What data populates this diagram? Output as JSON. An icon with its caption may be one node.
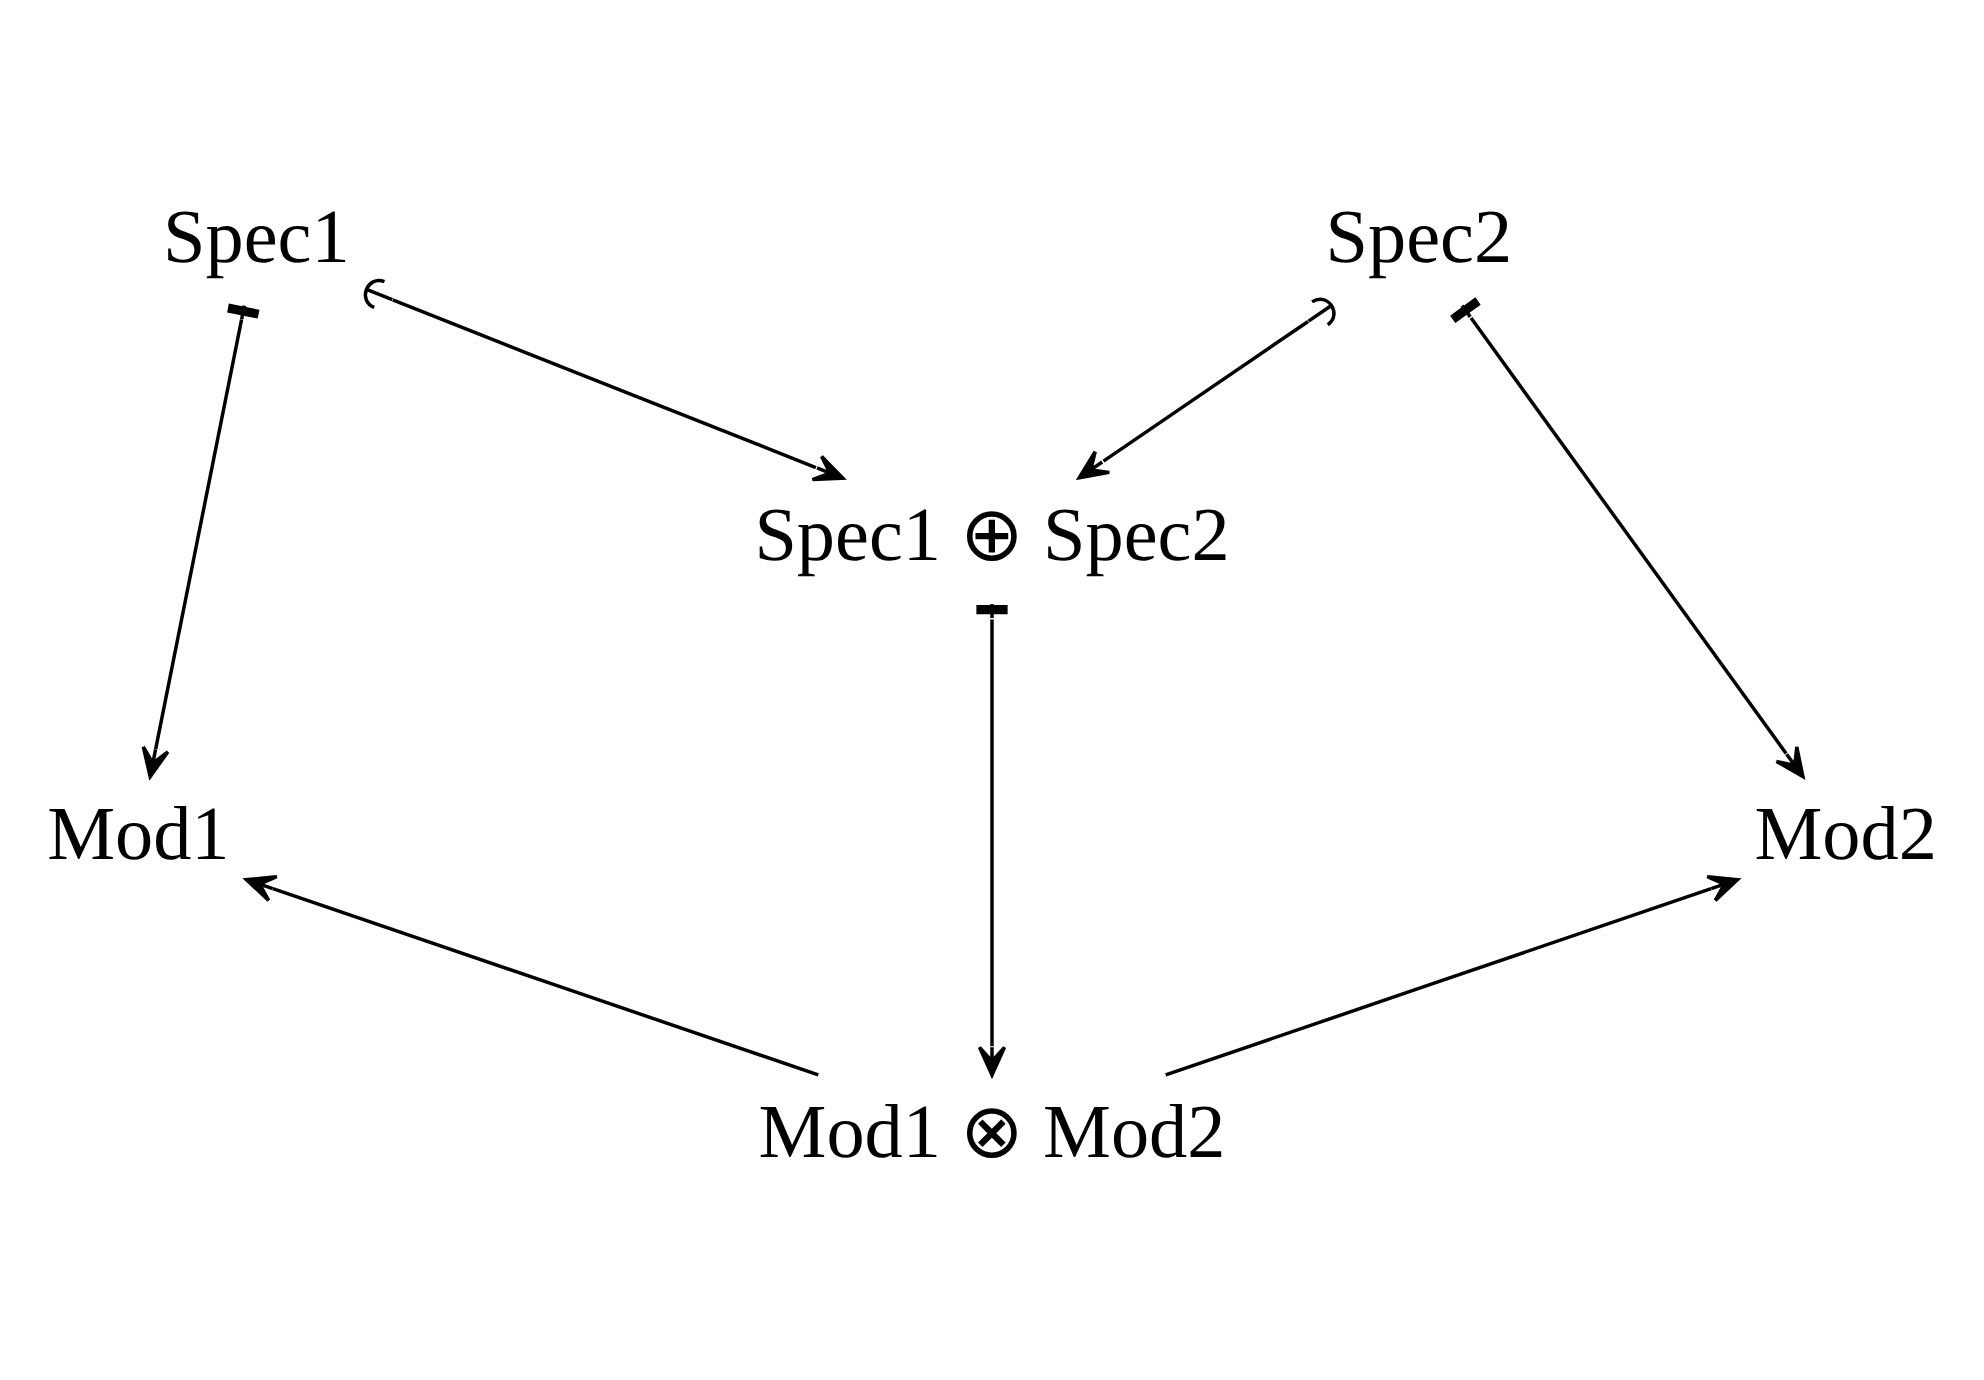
{
  "diagram": {
    "nodes": [
      {
        "text": [
          "Spec1"
        ]
      },
      {
        "text": [
          "Spec2"
        ]
      },
      {
        "text": [
          "Spec1 ⊕ Spec2"
        ]
      },
      {
        "text": [
          "Mod1"
        ]
      },
      {
        "text": [
          "Mod2"
        ]
      },
      {
        "text": [
          "Mod1 ⊗ Mod2"
        ]
      }
    ],
    "edges": [
      {
        "from": 0,
        "to": 2,
        "arrow": "to"
      },
      {
        "from": 1,
        "to": 2,
        "arrow": "to"
      },
      {
        "from": 0,
        "to": 3,
        "arrow": "to"
      },
      {
        "from": 2,
        "to": 5,
        "arrow": "to"
      },
      {
        "from": 1,
        "to": 4,
        "arrow": "to"
      },
      {
        "from": 5,
        "to": 3,
        "arrow": "to"
      },
      {
        "from": 5,
        "to": 4,
        "arrow": "to"
      }
    ]
  }
}
